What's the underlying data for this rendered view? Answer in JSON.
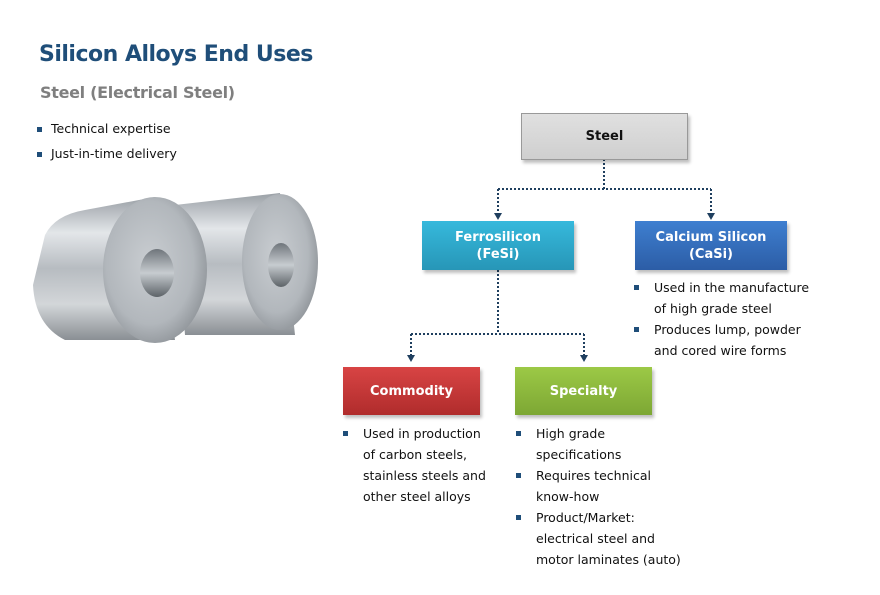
{
  "header": {
    "title": "Silicon Alloys End Uses",
    "subtitle": "Steel (Electrical Steel)"
  },
  "left_bullets": [
    "Technical expertise",
    "Just-in-time delivery"
  ],
  "image": {
    "icon": "steel-coils-photo"
  },
  "diagram": {
    "root": {
      "label": "Steel",
      "color": "#d9d9d9"
    },
    "ferrosilicon": {
      "line1": "Ferrosilicon",
      "line2": "(FeSi)",
      "color": "#31acd0"
    },
    "calcium_silicon": {
      "line1": "Calcium Silicon",
      "line2": "(CaSi)",
      "color": "#356fbe",
      "notes": [
        {
          "lines": [
            "Used in the manufacture",
            "of high grade steel"
          ]
        },
        {
          "lines": [
            "Produces lump, powder",
            "and cored wire forms"
          ]
        }
      ]
    },
    "commodity": {
      "label": "Commodity",
      "color": "#c63838",
      "notes": [
        {
          "lines": [
            "Used in production",
            "of carbon steels,",
            "stainless steels and",
            "other steel alloys"
          ]
        }
      ]
    },
    "specialty": {
      "label": "Specialty",
      "color": "#8cb83d",
      "notes": [
        {
          "lines": [
            "High grade",
            "specifications"
          ]
        },
        {
          "lines": [
            "Requires technical",
            "know-how"
          ]
        },
        {
          "lines": [
            "Product/Market:",
            "electrical steel and",
            "motor laminates (auto)"
          ]
        }
      ]
    },
    "connector_color": "#1f3f5f"
  }
}
